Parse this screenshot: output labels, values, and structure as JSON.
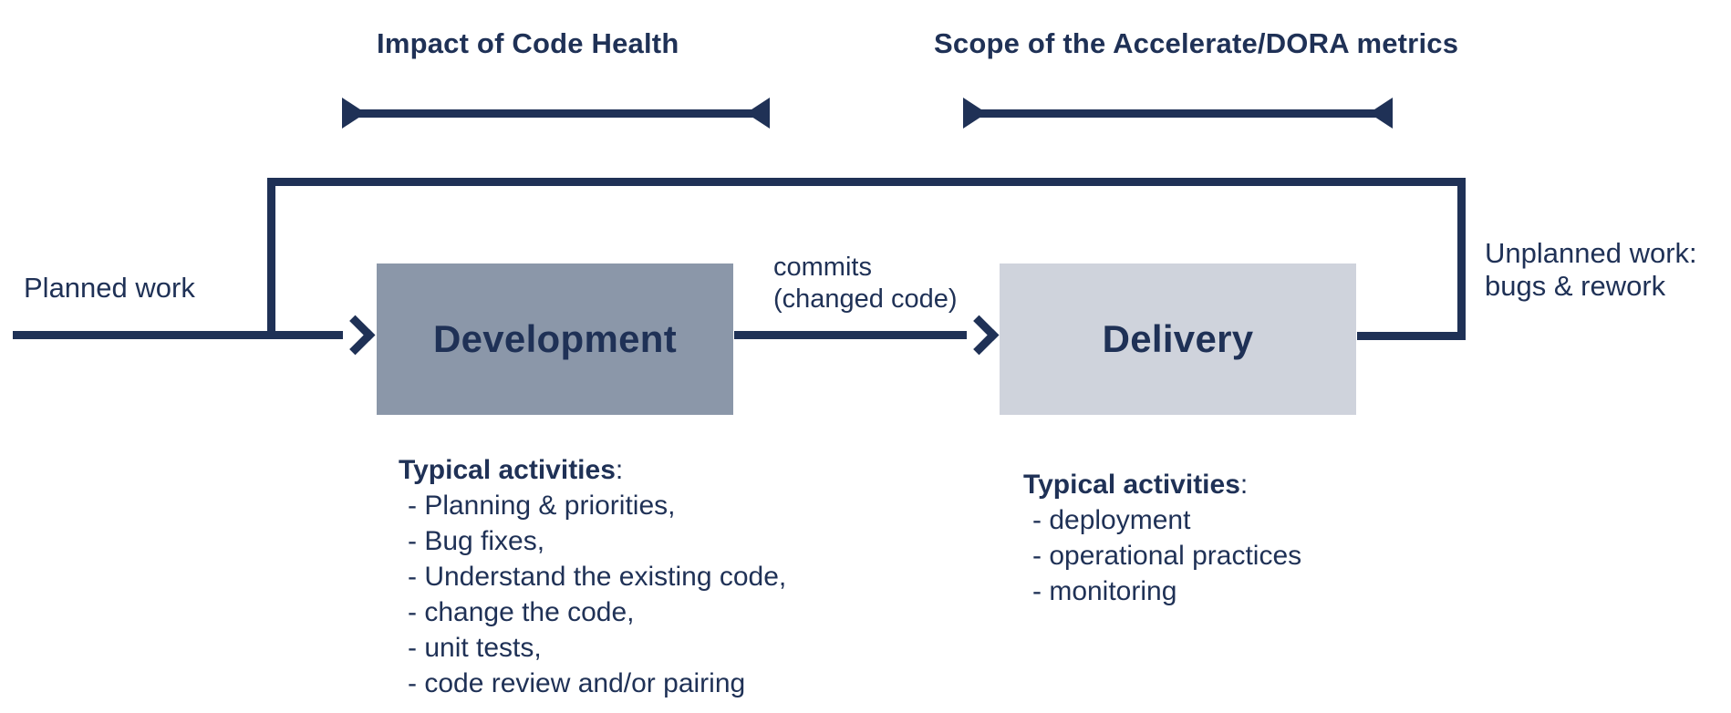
{
  "colors": {
    "navy": "#1f3156",
    "development_box": "#8b97a9",
    "delivery_box": "#cfd3dc",
    "background": "#ffffff"
  },
  "brackets": [
    {
      "label": "Impact of Code Health"
    },
    {
      "label": "Scope of the Accelerate/DORA metrics"
    }
  ],
  "flow": {
    "planned_work_label": "Planned work",
    "development_box_label": "Development",
    "commits_label": [
      "commits",
      "(changed code)"
    ],
    "delivery_box_label": "Delivery",
    "unplanned_work_label": [
      "Unplanned work:",
      "bugs & rework"
    ]
  },
  "development_activities": {
    "heading": "Typical activities",
    "heading_suffix": ":",
    "items": [
      "- Planning & priorities,",
      "- Bug fixes,",
      "- Understand the existing code,",
      "- change the code,",
      "- unit tests,",
      "- code review and/or pairing"
    ]
  },
  "delivery_activities": {
    "heading": "Typical activities",
    "heading_suffix": ":",
    "items": [
      "- deployment",
      "- operational practices",
      "- monitoring"
    ]
  }
}
